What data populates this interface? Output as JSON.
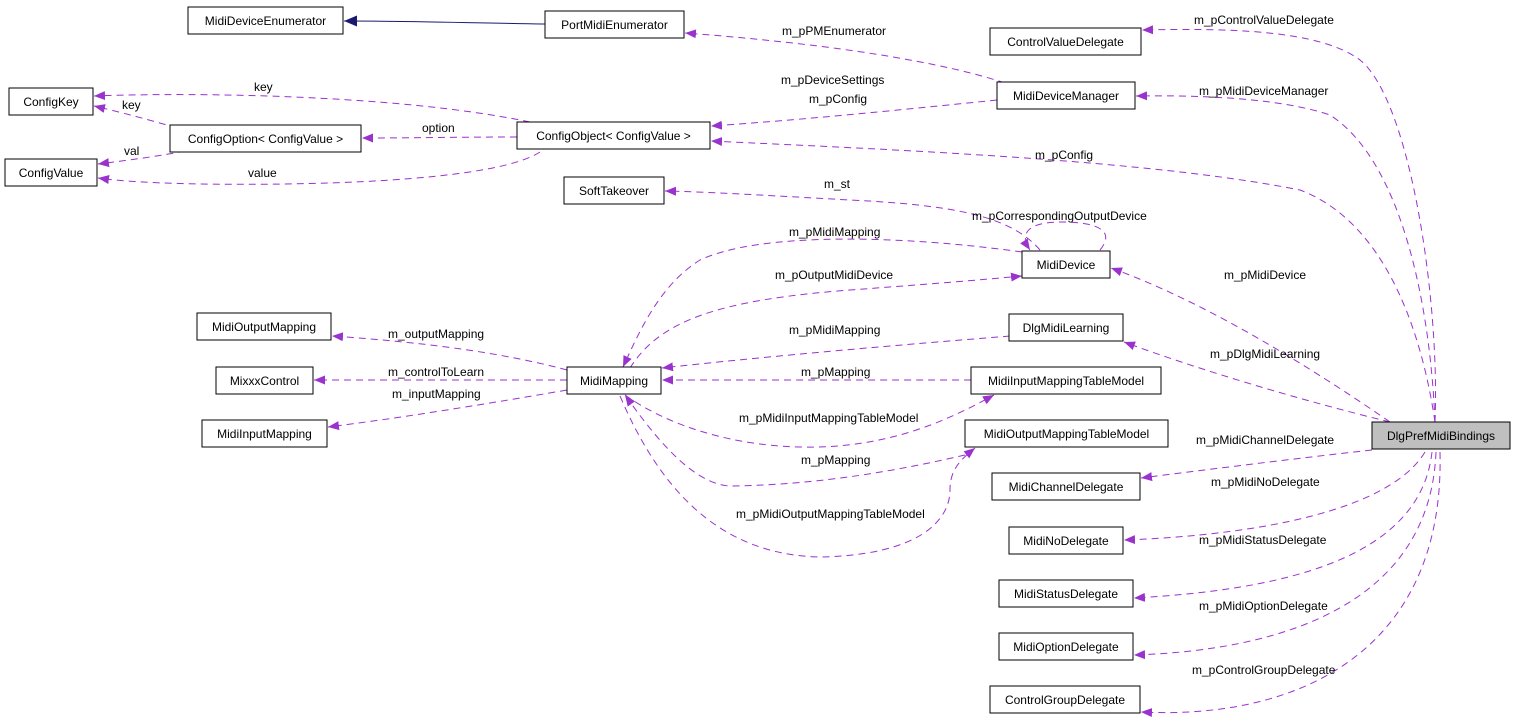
{
  "colors": {
    "usage_edge": "#9a32cd",
    "inheritance_edge": "#191970",
    "node_border": "#000000",
    "root_fill": "#bfbfbf",
    "node_fill": "#ffffff"
  },
  "nodes": {
    "MidiDeviceEnumerator": "MidiDeviceEnumerator",
    "PortMidiEnumerator": "PortMidiEnumerator",
    "ControlValueDelegate": "ControlValueDelegate",
    "ConfigKey": "ConfigKey",
    "ConfigOption": "ConfigOption< ConfigValue >",
    "ConfigObject": "ConfigObject< ConfigValue >",
    "MidiDeviceManager": "MidiDeviceManager",
    "ConfigValue": "ConfigValue",
    "SoftTakeover": "SoftTakeover",
    "MidiDevice": "MidiDevice",
    "MidiOutputMapping": "MidiOutputMapping",
    "DlgMidiLearning": "DlgMidiLearning",
    "MixxxControl": "MixxxControl",
    "MidiMapping": "MidiMapping",
    "MidiInputMappingTableModel": "MidiInputMappingTableModel",
    "MidiInputMapping": "MidiInputMapping",
    "MidiOutputMappingTableModel": "MidiOutputMappingTableModel",
    "DlgPrefMidiBindings": "DlgPrefMidiBindings",
    "MidiChannelDelegate": "MidiChannelDelegate",
    "MidiNoDelegate": "MidiNoDelegate",
    "MidiStatusDelegate": "MidiStatusDelegate",
    "MidiOptionDelegate": "MidiOptionDelegate",
    "ControlGroupDelegate": "ControlGroupDelegate"
  },
  "edges": {
    "m_pControlValueDelegate": "m_pControlValueDelegate",
    "m_pPMEnumerator": "m_pPMEnumerator",
    "m_pMidiDeviceManager": "m_pMidiDeviceManager",
    "key_configobject": "key",
    "key_configoption": "key",
    "m_pDeviceSettings": "m_pDeviceSettings",
    "m_pConfig_manager": "m_pConfig",
    "option": "option",
    "val": "val",
    "value": "value",
    "m_pConfig_dlg": "m_pConfig",
    "m_st": "m_st",
    "m_pCorrespondingOutputDevice": "m_pCorrespondingOutputDevice",
    "m_pMidiMapping_device": "m_pMidiMapping",
    "m_pOutputMidiDevice": "m_pOutputMidiDevice",
    "m_pMidiDevice": "m_pMidiDevice",
    "m_outputMapping": "m_outputMapping",
    "m_pMidiMapping_learning": "m_pMidiMapping",
    "m_pDlgMidiLearning": "m_pDlgMidiLearning",
    "m_controlToLearn": "m_controlToLearn",
    "m_pMapping_input": "m_pMapping",
    "m_inputMapping": "m_inputMapping",
    "m_pMidiInputMappingTableModel": "m_pMidiInputMappingTableModel",
    "m_pMidiChannelDelegate": "m_pMidiChannelDelegate",
    "m_pMapping_output": "m_pMapping",
    "m_pMidiNoDelegate": "m_pMidiNoDelegate",
    "m_pMidiOutputMappingTableModel": "m_pMidiOutputMappingTableModel",
    "m_pMidiStatusDelegate": "m_pMidiStatusDelegate",
    "m_pMidiOptionDelegate": "m_pMidiOptionDelegate",
    "m_pControlGroupDelegate": "m_pControlGroupDelegate"
  }
}
